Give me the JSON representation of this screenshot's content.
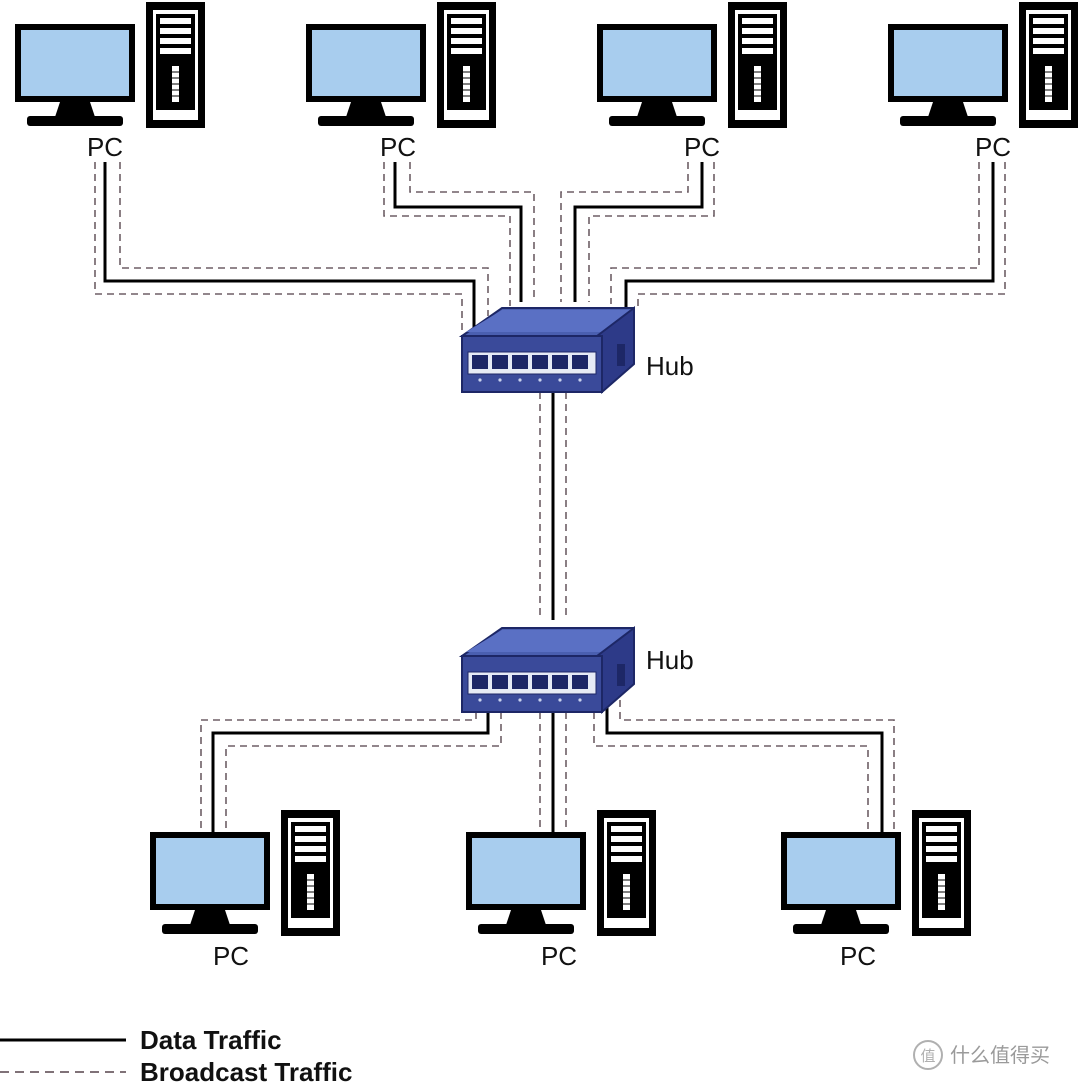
{
  "colors": {
    "screen": "#a8cdee",
    "hub_top": "#4a5fb0",
    "hub_front": "#3a4a9a",
    "data_traffic": "#000000",
    "broadcast_traffic": "#6e5f66"
  },
  "hubs": [
    {
      "id": "hub-top",
      "label": "Hub"
    },
    {
      "id": "hub-bottom",
      "label": "Hub"
    }
  ],
  "pcs_top": [
    {
      "label": "PC"
    },
    {
      "label": "PC"
    },
    {
      "label": "PC"
    },
    {
      "label": "PC"
    }
  ],
  "pcs_bottom": [
    {
      "label": "PC"
    },
    {
      "label": "PC"
    },
    {
      "label": "PC"
    }
  ],
  "legend": {
    "data_traffic": "Data Traffic",
    "broadcast_traffic": "Broadcast Traffic"
  },
  "watermark": {
    "text": "什么值得买",
    "icon": "zhi-logo-icon"
  }
}
